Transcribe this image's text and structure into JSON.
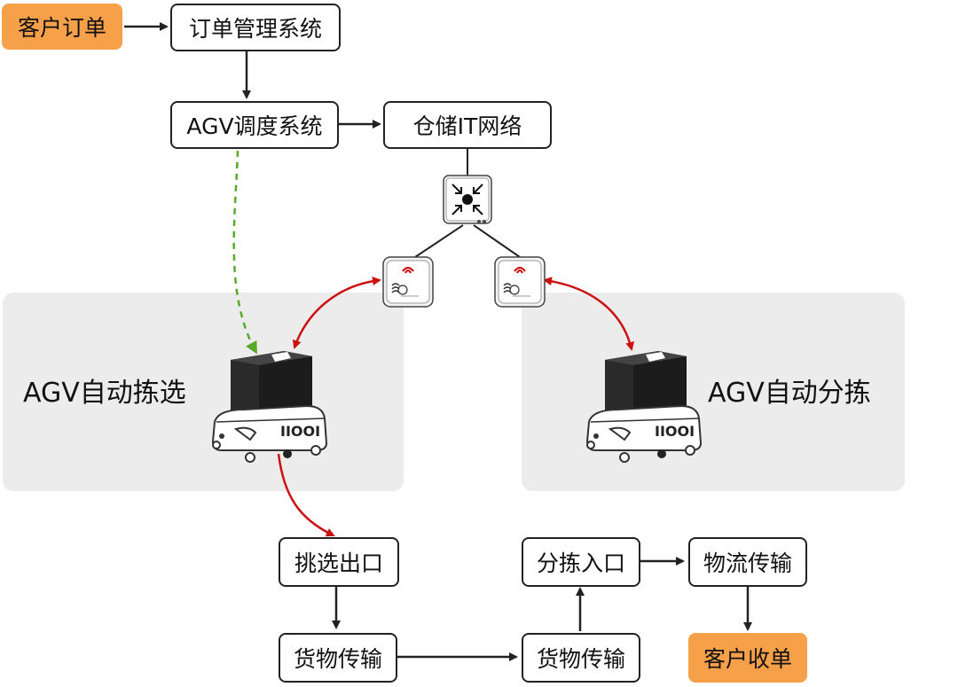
{
  "colors": {
    "accent_orange": "#f7a04a",
    "zone_gray": "#ececec",
    "wireless_link_red": "#cc1111",
    "dispatch_link_green": "#5aaa2a",
    "flow_black": "#222222"
  },
  "nodes": {
    "customer_order": "客户订单",
    "order_system": "订单管理系统",
    "agv_dispatch": "AGV调度系统",
    "warehouse_network": "仓储IT网络",
    "pick_exit": "挑选出口",
    "goods_transport_1": "货物传输",
    "goods_transport_2": "货物传输",
    "sort_entry": "分拣入口",
    "logistics_transport": "物流传输",
    "customer_receipt": "客户收单"
  },
  "zones": {
    "picking": "AGV自动拣选",
    "sorting": "AGV自动分拣"
  },
  "robot_label": "IIOOI",
  "icons": [
    "switch-icon",
    "wifi-ap-icon",
    "agv-robot-icon",
    "cargo-box-icon"
  ]
}
